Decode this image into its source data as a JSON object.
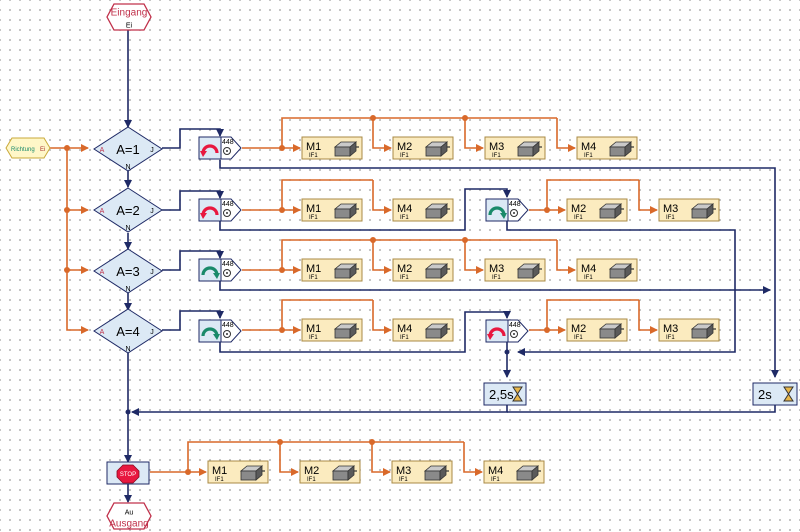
{
  "entry": {
    "title": "Eingang",
    "sub": "Ei"
  },
  "exit": {
    "title": "Ausgang",
    "sub": "Au"
  },
  "input": {
    "label": "Richtung",
    "sub": "Ei"
  },
  "branches": [
    {
      "cond": "A=1",
      "yes": "J",
      "no": "N",
      "side": "A",
      "motors1": [
        "M1",
        "M2",
        "M3",
        "M4"
      ],
      "motors2": []
    },
    {
      "cond": "A=2",
      "yes": "J",
      "no": "N",
      "side": "A",
      "motors1": [
        "M1",
        "M4"
      ],
      "motors2": [
        "M2",
        "M3"
      ]
    },
    {
      "cond": "A=3",
      "yes": "J",
      "no": "N",
      "side": "A",
      "motors1": [
        "M1",
        "M2",
        "M3",
        "M4"
      ],
      "motors2": []
    },
    {
      "cond": "A=4",
      "yes": "J",
      "no": "N",
      "side": "A",
      "motors1": [
        "M1",
        "M4"
      ],
      "motors2": [
        "M2",
        "M3"
      ]
    }
  ],
  "encoder_value": "448",
  "interface": "IF1",
  "wait1": "2,5s",
  "wait2": "2s",
  "stop": {
    "label": "STOP",
    "motors": [
      "M1",
      "M2",
      "M3",
      "M4"
    ]
  },
  "colors": {
    "line": "#1f2a66",
    "orange": "#d9692a",
    "diamond": "#dce9f5",
    "motor": "#fbebbf",
    "arrow_ccw": "#e8183f",
    "arrow_cw": "#1a8a6a",
    "hex_stroke": "#c0304a"
  }
}
